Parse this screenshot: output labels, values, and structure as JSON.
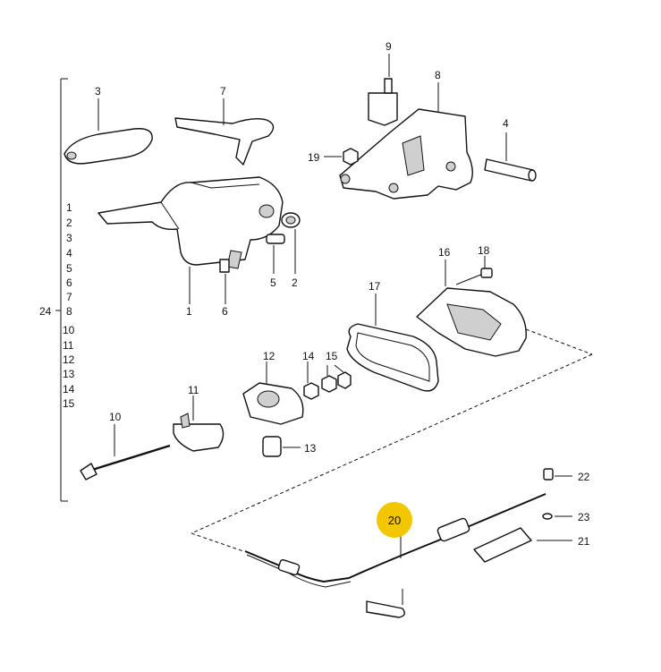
{
  "diagram": {
    "highlight_color": "#F2C600",
    "highlight_label": "20",
    "side_list": [
      "1",
      "2",
      "3",
      "4",
      "5",
      "6",
      "7",
      "8",
      "10",
      "11",
      "12",
      "13",
      "14",
      "15"
    ],
    "side_list_label": "24",
    "callouts": {
      "p1": "1",
      "p2": "2",
      "p3": "3",
      "p4": "4",
      "p5": "5",
      "p6": "6",
      "p7": "7",
      "p8": "8",
      "p9": "9",
      "p10": "10",
      "p11": "11",
      "p12": "12",
      "p13": "13",
      "p14": "14",
      "p15": "15",
      "p16": "16",
      "p17": "17",
      "p18": "18",
      "p19": "19",
      "p21": "21",
      "p22": "22",
      "p23": "23"
    }
  }
}
